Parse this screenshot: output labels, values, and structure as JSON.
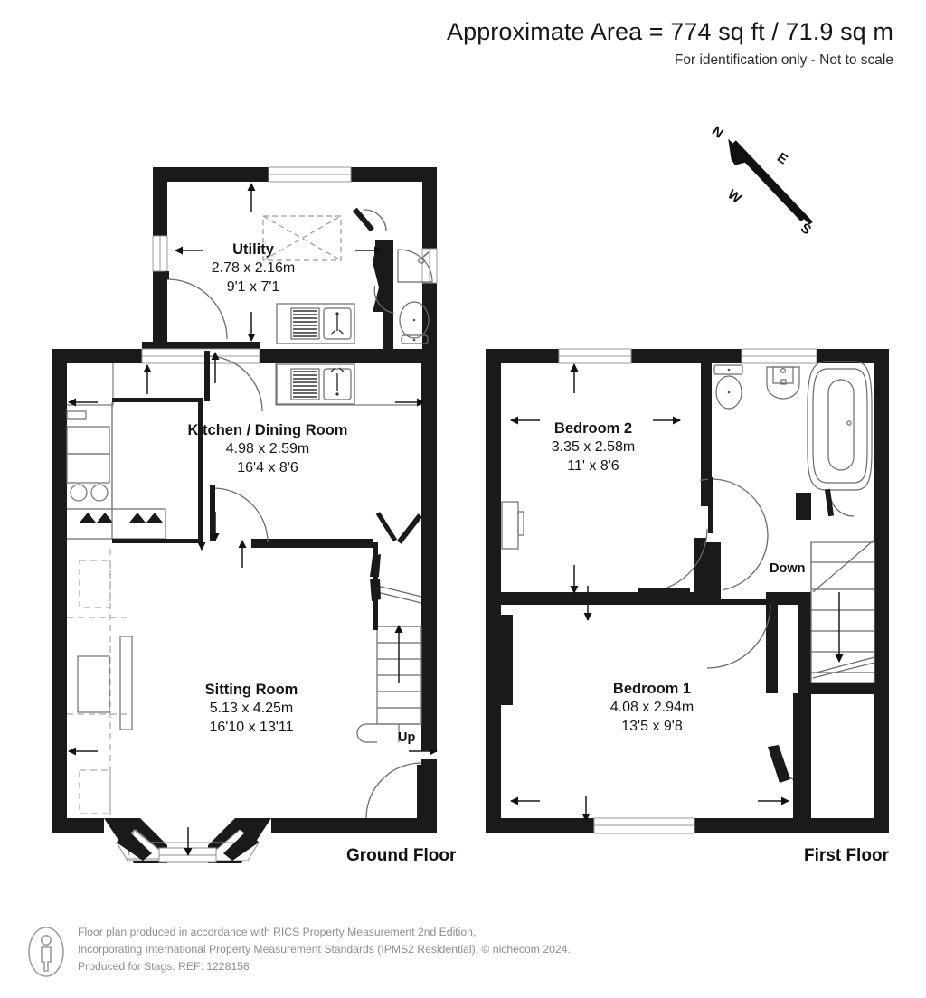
{
  "header": {
    "area_title": "Approximate Area = 774 sq ft / 71.9 sq m",
    "subtitle": "For identification only - Not to scale"
  },
  "compass": {
    "north": "N",
    "east": "E",
    "west": "W",
    "south": "S"
  },
  "floors": [
    {
      "key": "ground",
      "label": "Ground Floor",
      "stair_direction_label": "Up",
      "rooms": [
        {
          "name": "Utility",
          "metric": "2.78 x 2.16m",
          "imperial": "9'1 x 7'1"
        },
        {
          "name": "Kitchen / Dining Room",
          "metric": "4.98 x 2.59m",
          "imperial": "16'4 x 8'6"
        },
        {
          "name": "Sitting Room",
          "metric": "5.13 x 4.25m",
          "imperial": "16'10 x 13'11"
        }
      ]
    },
    {
      "key": "first",
      "label": "First Floor",
      "stair_direction_label": "Down",
      "rooms": [
        {
          "name": "Bedroom 2",
          "metric": "3.35 x 2.58m",
          "imperial": "11' x 8'6"
        },
        {
          "name": "Bedroom 1",
          "metric": "4.08 x 2.94m",
          "imperial": "13'5 x 9'8"
        }
      ]
    }
  ],
  "footer": {
    "text": "Floor plan produced in accordance with RICS Property Measurement 2nd Edition,\nIncorporating International Property Measurement Standards (IPMS2 Residential).   © nichecom 2024.\nProduced for Stags.   REF: 1228158"
  },
  "colors": {
    "wall": "#1a1a1a",
    "fixture_line": "#555555",
    "background": "#ffffff",
    "text": "#161616",
    "footer_text": "#8d8d8d"
  }
}
